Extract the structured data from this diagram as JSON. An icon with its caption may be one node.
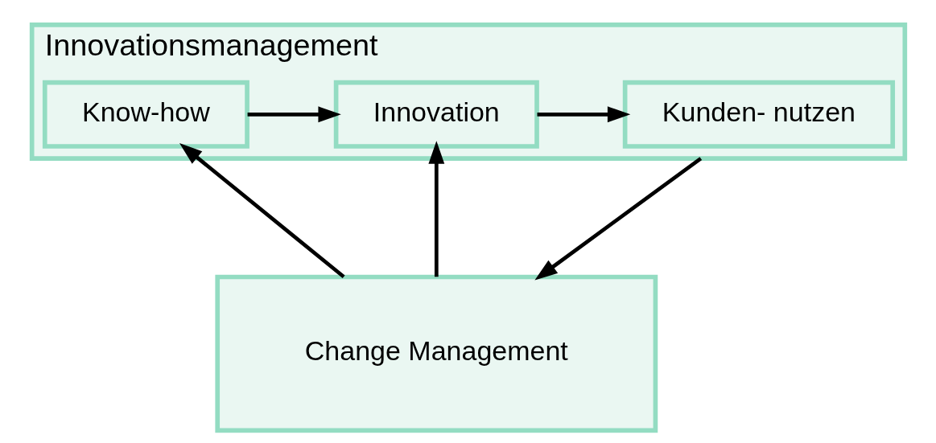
{
  "diagram": {
    "nodes": [
      {
        "text": [
          "Innovationsmanagement"
        ]
      },
      {
        "text": [
          "Know-how"
        ],
        "in": 0
      },
      {
        "text": [
          "Innovation"
        ],
        "in": 0
      },
      {
        "text": [
          "Kunden- nutzen"
        ],
        "in": 0
      },
      {
        "text": [
          "Change Management"
        ]
      }
    ],
    "edges": [
      {
        "from": 1,
        "to": 2,
        "arrow": "to"
      },
      {
        "from": 2,
        "to": 3,
        "arrow": "to"
      },
      {
        "from": 4,
        "to": 1,
        "arrow": "to"
      },
      {
        "from": 4,
        "to": 2,
        "arrow": "to"
      },
      {
        "from": 0,
        "to": 4,
        "arrow": "to"
      }
    ]
  }
}
